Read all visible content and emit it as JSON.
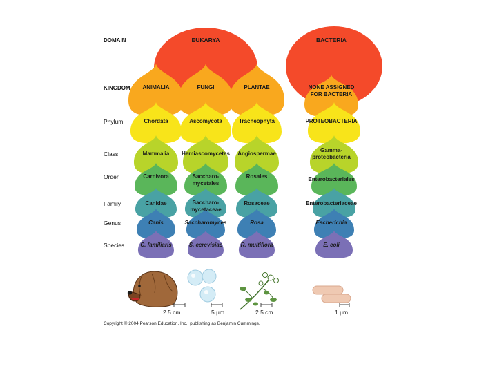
{
  "ranks": [
    "DOMAIN",
    "KINGDOM",
    "Phylum",
    "Class",
    "Order",
    "Family",
    "Genus",
    "Species"
  ],
  "domains": [
    "EUKARYA",
    "BACTERIA"
  ],
  "columns": [
    {
      "kingdom": "ANIMALIA",
      "phylum": "Chordata",
      "class": "Mammalia",
      "order": "Carnivora",
      "family": "Canidae",
      "genus": "Canis",
      "species": "C. familiaris",
      "scale": "2.5 cm",
      "organism_icon": "dog-icon"
    },
    {
      "kingdom": "FUNGI",
      "phylum": "Ascomycota",
      "class": "Hemiascomycetes",
      "order": "Saccharo-\nmycetales",
      "family": "Saccharo-\nmycetaceae",
      "genus": "Saccharomyces",
      "species": "S. cerevisiae",
      "scale": "5 µm",
      "organism_icon": "yeast-cells-icon"
    },
    {
      "kingdom": "PLANTAE",
      "phylum": "Tracheophyta",
      "class": "Angiospermae",
      "order": "Rosales",
      "family": "Rosaceae",
      "genus": "Rosa",
      "species": "R. multiflora",
      "scale": "2.5 cm",
      "organism_icon": "rose-branch-icon"
    },
    {
      "kingdom": "NONE ASSIGNED\nFOR BACTERIA",
      "phylum": "PROTEOBACTERIA",
      "class": "Gamma-\nproteobacteria",
      "order": "Enterobacteriales",
      "family": "Enterobacteriaceae",
      "genus": "Escherichia",
      "species": "E. coli",
      "scale": "1 µm",
      "organism_icon": "bacteria-rods-icon"
    }
  ],
  "colors": {
    "domain": "#f44a2a",
    "kingdom": "#f9a81e",
    "phylum": "#f8e41a",
    "class": "#b8d42a",
    "order": "#5ab65a",
    "family": "#49a2a4",
    "genus": "#3e80b4",
    "species": "#7b70b6"
  },
  "copyright": "Copyright © 2004 Pearson Education, Inc., publishing as Benjamin Cummings."
}
